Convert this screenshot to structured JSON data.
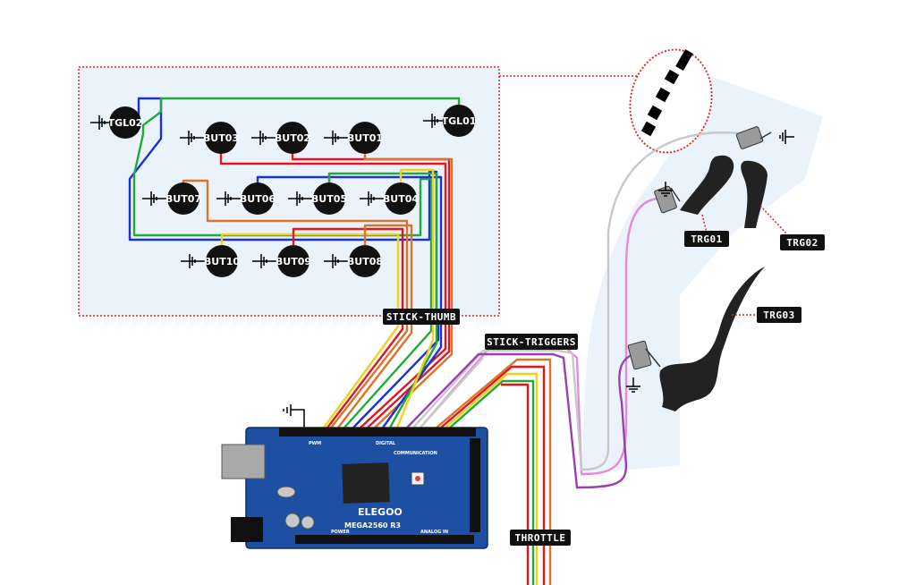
{
  "colors": {
    "panel": "#eaf3fb",
    "dotted_border": "#e02020",
    "wire_red": "#e8141c",
    "wire_orange": "#d9742a",
    "wire_yellow": "#f0d21a",
    "wire_green": "#1faa3a",
    "wire_blue": "#1c2fd8",
    "wire_purple": "#9a40b0",
    "wire_gray": "#c8c8c8",
    "wire_pink": "#e58ad6",
    "board": "#1d4fa3",
    "trigger": "#222222"
  },
  "thumb_panel": {
    "toggles": [
      {
        "label": "TGL02"
      },
      {
        "label": "TGL01"
      }
    ],
    "buttons_row1": [
      {
        "label": "BUT03"
      },
      {
        "label": "BUT02"
      },
      {
        "label": "BUT01"
      }
    ],
    "buttons_row2": [
      {
        "label": "BUT07"
      },
      {
        "label": "BUT06"
      },
      {
        "label": "BUT05"
      },
      {
        "label": "BUT04"
      }
    ],
    "buttons_row3": [
      {
        "label": "BUT10"
      },
      {
        "label": "BUT09"
      },
      {
        "label": "BUT08"
      }
    ]
  },
  "cable_labels": {
    "stick_thumb": "STICK-THUMB",
    "stick_triggers": "STICK-TRIGGERS",
    "throttle": "THROTTLE"
  },
  "triggers": {
    "trg01": "TRG01",
    "trg02": "TRG02",
    "trg03": "TRG03"
  },
  "board": {
    "brand": "ELEGOO",
    "model": "MEGA2560  R3",
    "communication": "COMMUNICATION",
    "analog_in": "ANALOG IN",
    "digital": "DIGITAL",
    "pwm": "PWM",
    "power": "POWER"
  }
}
